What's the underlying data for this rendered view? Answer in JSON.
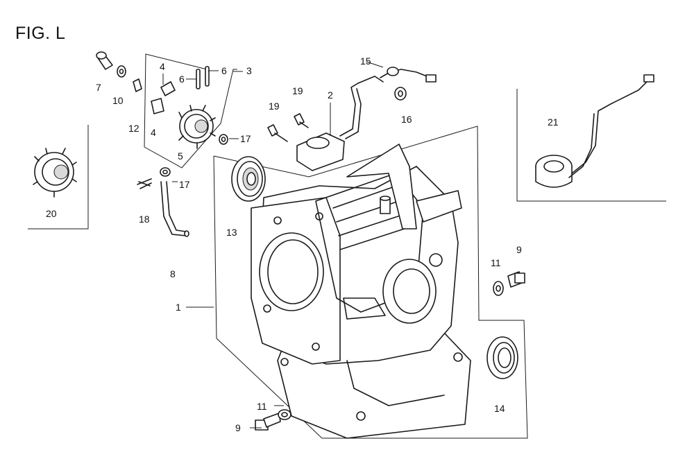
{
  "figure": {
    "title": "FIG. L"
  },
  "callouts": [
    {
      "id": "c7",
      "text": "7"
    },
    {
      "id": "c10",
      "text": "10"
    },
    {
      "id": "c12",
      "text": "12"
    },
    {
      "id": "c4a",
      "text": "4"
    },
    {
      "id": "c4b",
      "text": "4"
    },
    {
      "id": "c5",
      "text": "5"
    },
    {
      "id": "c6a",
      "text": "6"
    },
    {
      "id": "c6b",
      "text": "6"
    },
    {
      "id": "c3",
      "text": "3"
    },
    {
      "id": "c17a",
      "text": "17"
    },
    {
      "id": "c17b",
      "text": "17"
    },
    {
      "id": "c18",
      "text": "18"
    },
    {
      "id": "c8",
      "text": "8"
    },
    {
      "id": "c20",
      "text": "20"
    },
    {
      "id": "c13",
      "text": "13"
    },
    {
      "id": "c1",
      "text": "1"
    },
    {
      "id": "c19a",
      "text": "19"
    },
    {
      "id": "c19b",
      "text": "19"
    },
    {
      "id": "c2",
      "text": "2"
    },
    {
      "id": "c15",
      "text": "15"
    },
    {
      "id": "c16",
      "text": "16"
    },
    {
      "id": "c21",
      "text": "21"
    },
    {
      "id": "c11a",
      "text": "11"
    },
    {
      "id": "c9a",
      "text": "9"
    },
    {
      "id": "c14",
      "text": "14"
    },
    {
      "id": "c11b",
      "text": "11"
    },
    {
      "id": "c9b",
      "text": "9"
    }
  ]
}
